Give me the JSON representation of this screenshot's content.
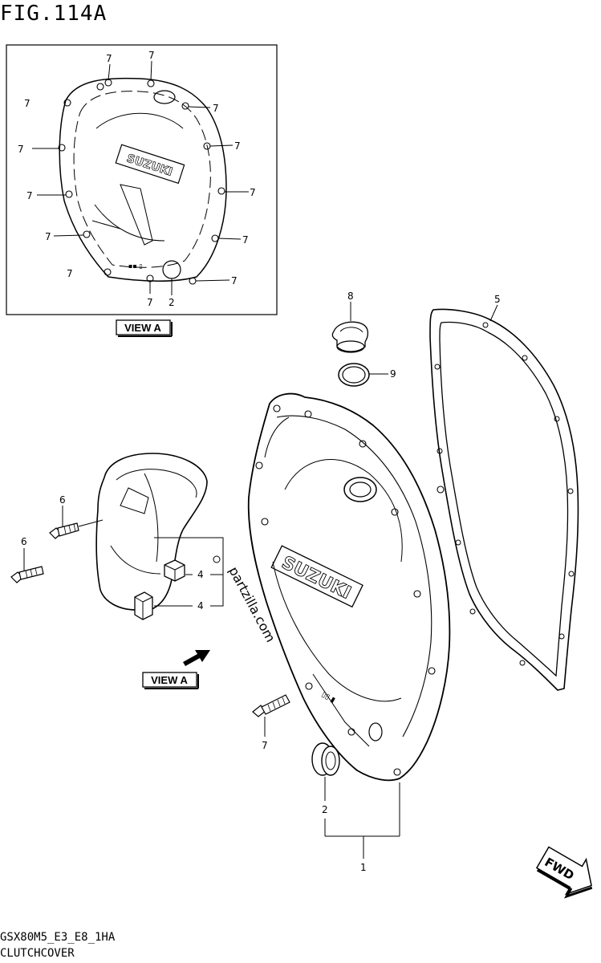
{
  "figure": {
    "title": "FIG.114A",
    "footer_code": "GSX80M5_E3_E8_1HA",
    "footer_name": "CLUTCHCOVER"
  },
  "view_labels": {
    "inset": "VIEW A",
    "main": "VIEW A"
  },
  "direction_label": "FWD",
  "watermark": "partzilla.com",
  "inset_cover_text": "SUZUKI",
  "main_cover_text": "SUZUKI",
  "parts": {
    "p1": "1",
    "p2": "2",
    "p4": "4",
    "p5": "5",
    "p6": "6",
    "p7": "7",
    "p8": "8",
    "p9": "9"
  }
}
